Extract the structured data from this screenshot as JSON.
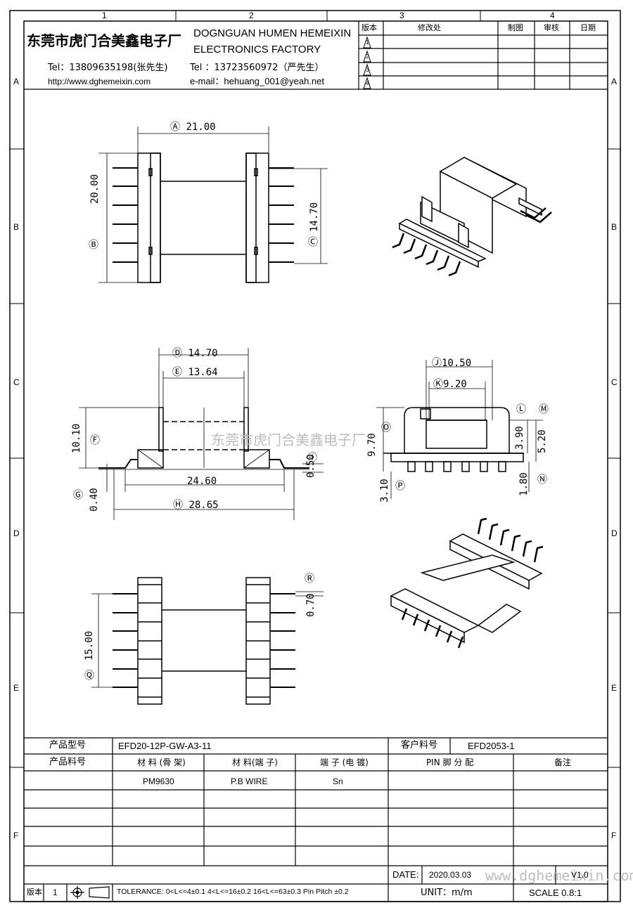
{
  "zones": {
    "cols": [
      "1",
      "2",
      "3",
      "4"
    ],
    "rows": [
      "A",
      "B",
      "C",
      "D",
      "E",
      "F"
    ]
  },
  "company": {
    "name_cn": "东莞市虎门合美鑫电子厂",
    "name_en_1": "DOGNGUAN HUMEN HEMEIXIN",
    "name_en_2": "ELECTRONICS FACTORY",
    "tel1": "Tel：13809635198(张先生)",
    "tel2": "Tel ：13723560972（严先生）",
    "url": "http://www.dghemeixin.com",
    "email": "e-mail：hehuang_001@yeah.net"
  },
  "revision_table": {
    "headers": [
      "版本",
      "修改处",
      "制图",
      "审核",
      "日期"
    ],
    "rows": [
      "1",
      "2",
      "3",
      "4"
    ]
  },
  "dimensions": {
    "A": "21.00",
    "B": "20.00",
    "C": "14.70",
    "D": "14.70",
    "E": "13.64",
    "F": "10.10",
    "G": "0.40",
    "H": "28.65",
    "I": "0.50",
    "total_24": "24.60",
    "J": "10.50",
    "K": "9.20",
    "L": "",
    "M": "",
    "O": "9.70",
    "d390": "3.90",
    "d520": "5.20",
    "P": "3.10",
    "N": "1.80",
    "Q": "15.00",
    "R": "0.70"
  },
  "watermark": "东莞市虎门合美鑫电子厂",
  "watermark2": "www.dghemeixin.com",
  "bottom_table": {
    "product_model_label": "产品型号",
    "product_model": "EFD20-12P-GW-A3-11",
    "customer_pn_label": "客户料号",
    "customer_pn": "EFD2053-1",
    "product_pn_label": "产品料号",
    "material_bobbin_label": "材 料 (骨 架)",
    "material_pin_label": "材 料(端 子)",
    "plating_label": "端 子 (电 镀)",
    "pin_label": "PIN 脚 分 配",
    "remark_label": "备注",
    "material_bobbin": "PM9630",
    "material_pin": "P.B WIRE",
    "plating": "Sn",
    "date_label": "DATE:",
    "date": "2020.03.03",
    "version_label": "版本",
    "version": "1",
    "tolerance": "TOLERANCE:  0<L<=4±0.1  4<L<=16±0.2  16<L<=63±0.3  Pin Pitch  ±0.2",
    "unit": "UNIT：m/m",
    "scale": "SCALE  0.8:1",
    "version_no": "V1.0"
  }
}
